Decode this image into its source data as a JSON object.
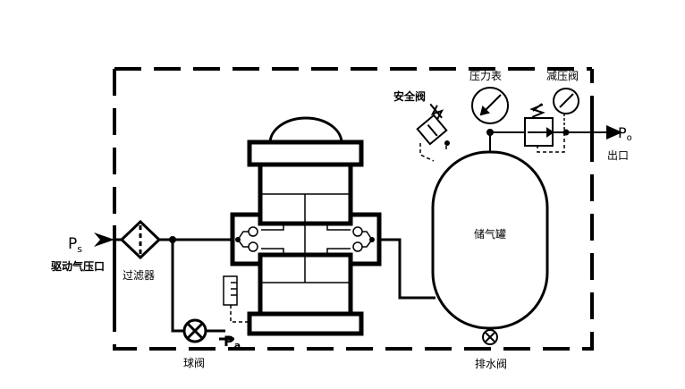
{
  "labels": {
    "ps": "P",
    "ps_sub": "s",
    "ps_port": "驱动气压口",
    "filter": "过滤器",
    "ball_valve": "球阀",
    "pa": "P",
    "pa_sub": "a",
    "tank": "储气罐",
    "drain_valve": "排水阀",
    "safety_valve": "安全阀",
    "pressure_gauge": "压力表",
    "reducing_valve": "减压阀",
    "po": "P",
    "po_sub": "o",
    "outlet": "出口"
  },
  "colors": {
    "line": "#000000",
    "background": "#ffffff"
  }
}
